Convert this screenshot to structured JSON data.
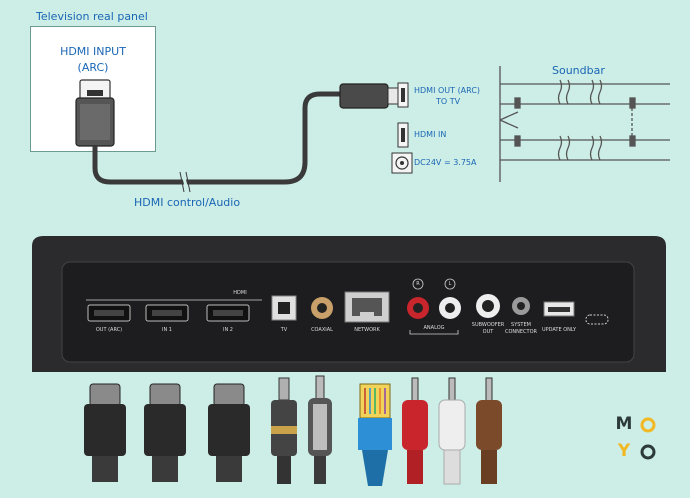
{
  "tv": {
    "panel_label": "Television real panel",
    "input_title_line1": "HDMI INPUT",
    "input_title_line2": "(ARC)"
  },
  "cable": {
    "label": "HDMI control/Audio"
  },
  "soundbar": {
    "label": "Soundbar",
    "hdmi_out_line1": "HDMI OUT (ARC)",
    "hdmi_out_line2": "TO TV",
    "hdmi_in": "HDMI IN",
    "power": "DC24V = 3.75A"
  },
  "panel": {
    "hdmi_group": "HDMI",
    "ports": {
      "out_arc": "OUT (ARC)",
      "in1": "IN 1",
      "in2": "IN 2",
      "tv": "TV",
      "coaxial": "COAXIAL",
      "network": "NETWORK",
      "r": "R",
      "l": "L",
      "analog": "ANALOG",
      "subwoofer_line1": "SUBWOOFER",
      "subwoofer_line2": "OUT",
      "system_line1": "SYSTEM",
      "system_line2": "CONNECTOR",
      "update": "UPDATE ONLY"
    }
  },
  "watermark": {
    "letters": [
      "M",
      "O",
      "Y",
      "O"
    ]
  },
  "colors": {
    "background": "#cdeee6",
    "label_blue": "#1a66b5",
    "panel_dark": "#2b2b2d",
    "rca_red": "#c8262c",
    "rca_white": "#e8e8e8",
    "rca_brown": "#7a4a2a",
    "rj45_blue": "#2d8fd6",
    "moyo_accent": "#f2b824"
  },
  "icons": [
    "hdmi-plug-icon",
    "optical-plug-icon",
    "coax-plug-icon",
    "rj45-plug-icon",
    "rca-plug-icon"
  ]
}
